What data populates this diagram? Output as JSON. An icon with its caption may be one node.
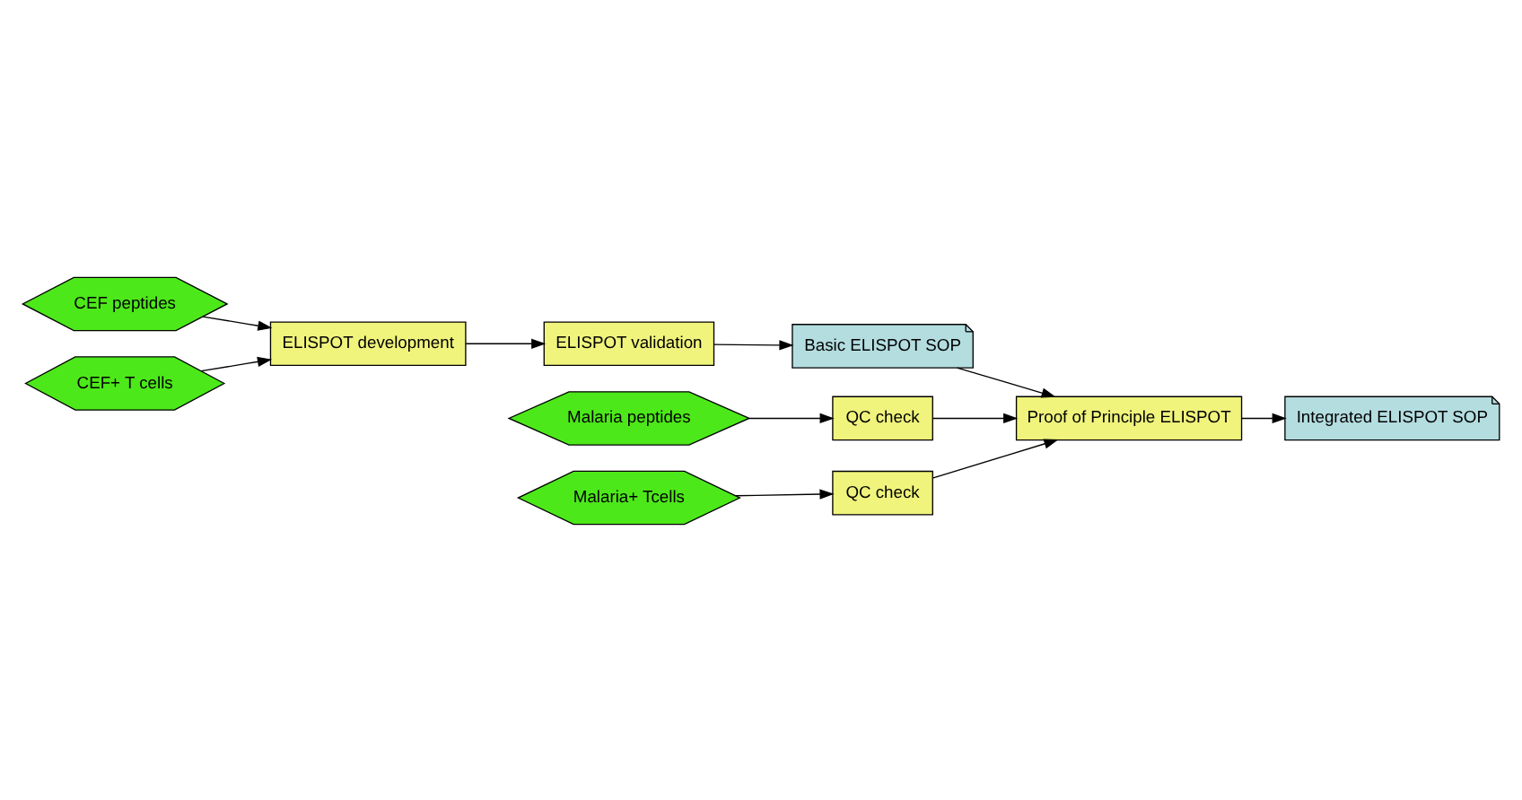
{
  "diagram": {
    "nodes": [
      {
        "text": [
          "CEF peptides"
        ]
      },
      {
        "text": [
          "CEF+ T cells"
        ]
      },
      {
        "text": [
          "ELISPOT development"
        ]
      },
      {
        "text": [
          "ELISPOT validation"
        ]
      },
      {
        "text": [
          "Basic ELISPOT SOP"
        ]
      },
      {
        "text": [
          "Malaria peptides"
        ]
      },
      {
        "text": [
          "QC check"
        ]
      },
      {
        "text": [
          "Malaria+ Tcells"
        ]
      },
      {
        "text": [
          "QC check"
        ]
      },
      {
        "text": [
          "Proof of Principle ELISPOT"
        ]
      },
      {
        "text": [
          "Integrated ELISPOT SOP"
        ]
      }
    ],
    "edges": [
      {
        "from": 0,
        "to": 2,
        "arrow": "to"
      },
      {
        "from": 1,
        "to": 2,
        "arrow": "to"
      },
      {
        "from": 2,
        "to": 3,
        "arrow": "to"
      },
      {
        "from": 3,
        "to": 4,
        "arrow": "to"
      },
      {
        "from": 4,
        "to": 9,
        "arrow": "to"
      },
      {
        "from": 5,
        "to": 6,
        "arrow": "to"
      },
      {
        "from": 7,
        "to": 8,
        "arrow": "to"
      },
      {
        "from": 6,
        "to": 9,
        "arrow": "to"
      },
      {
        "from": 8,
        "to": 9,
        "arrow": "to"
      },
      {
        "from": 9,
        "to": 10,
        "arrow": "to"
      }
    ]
  }
}
